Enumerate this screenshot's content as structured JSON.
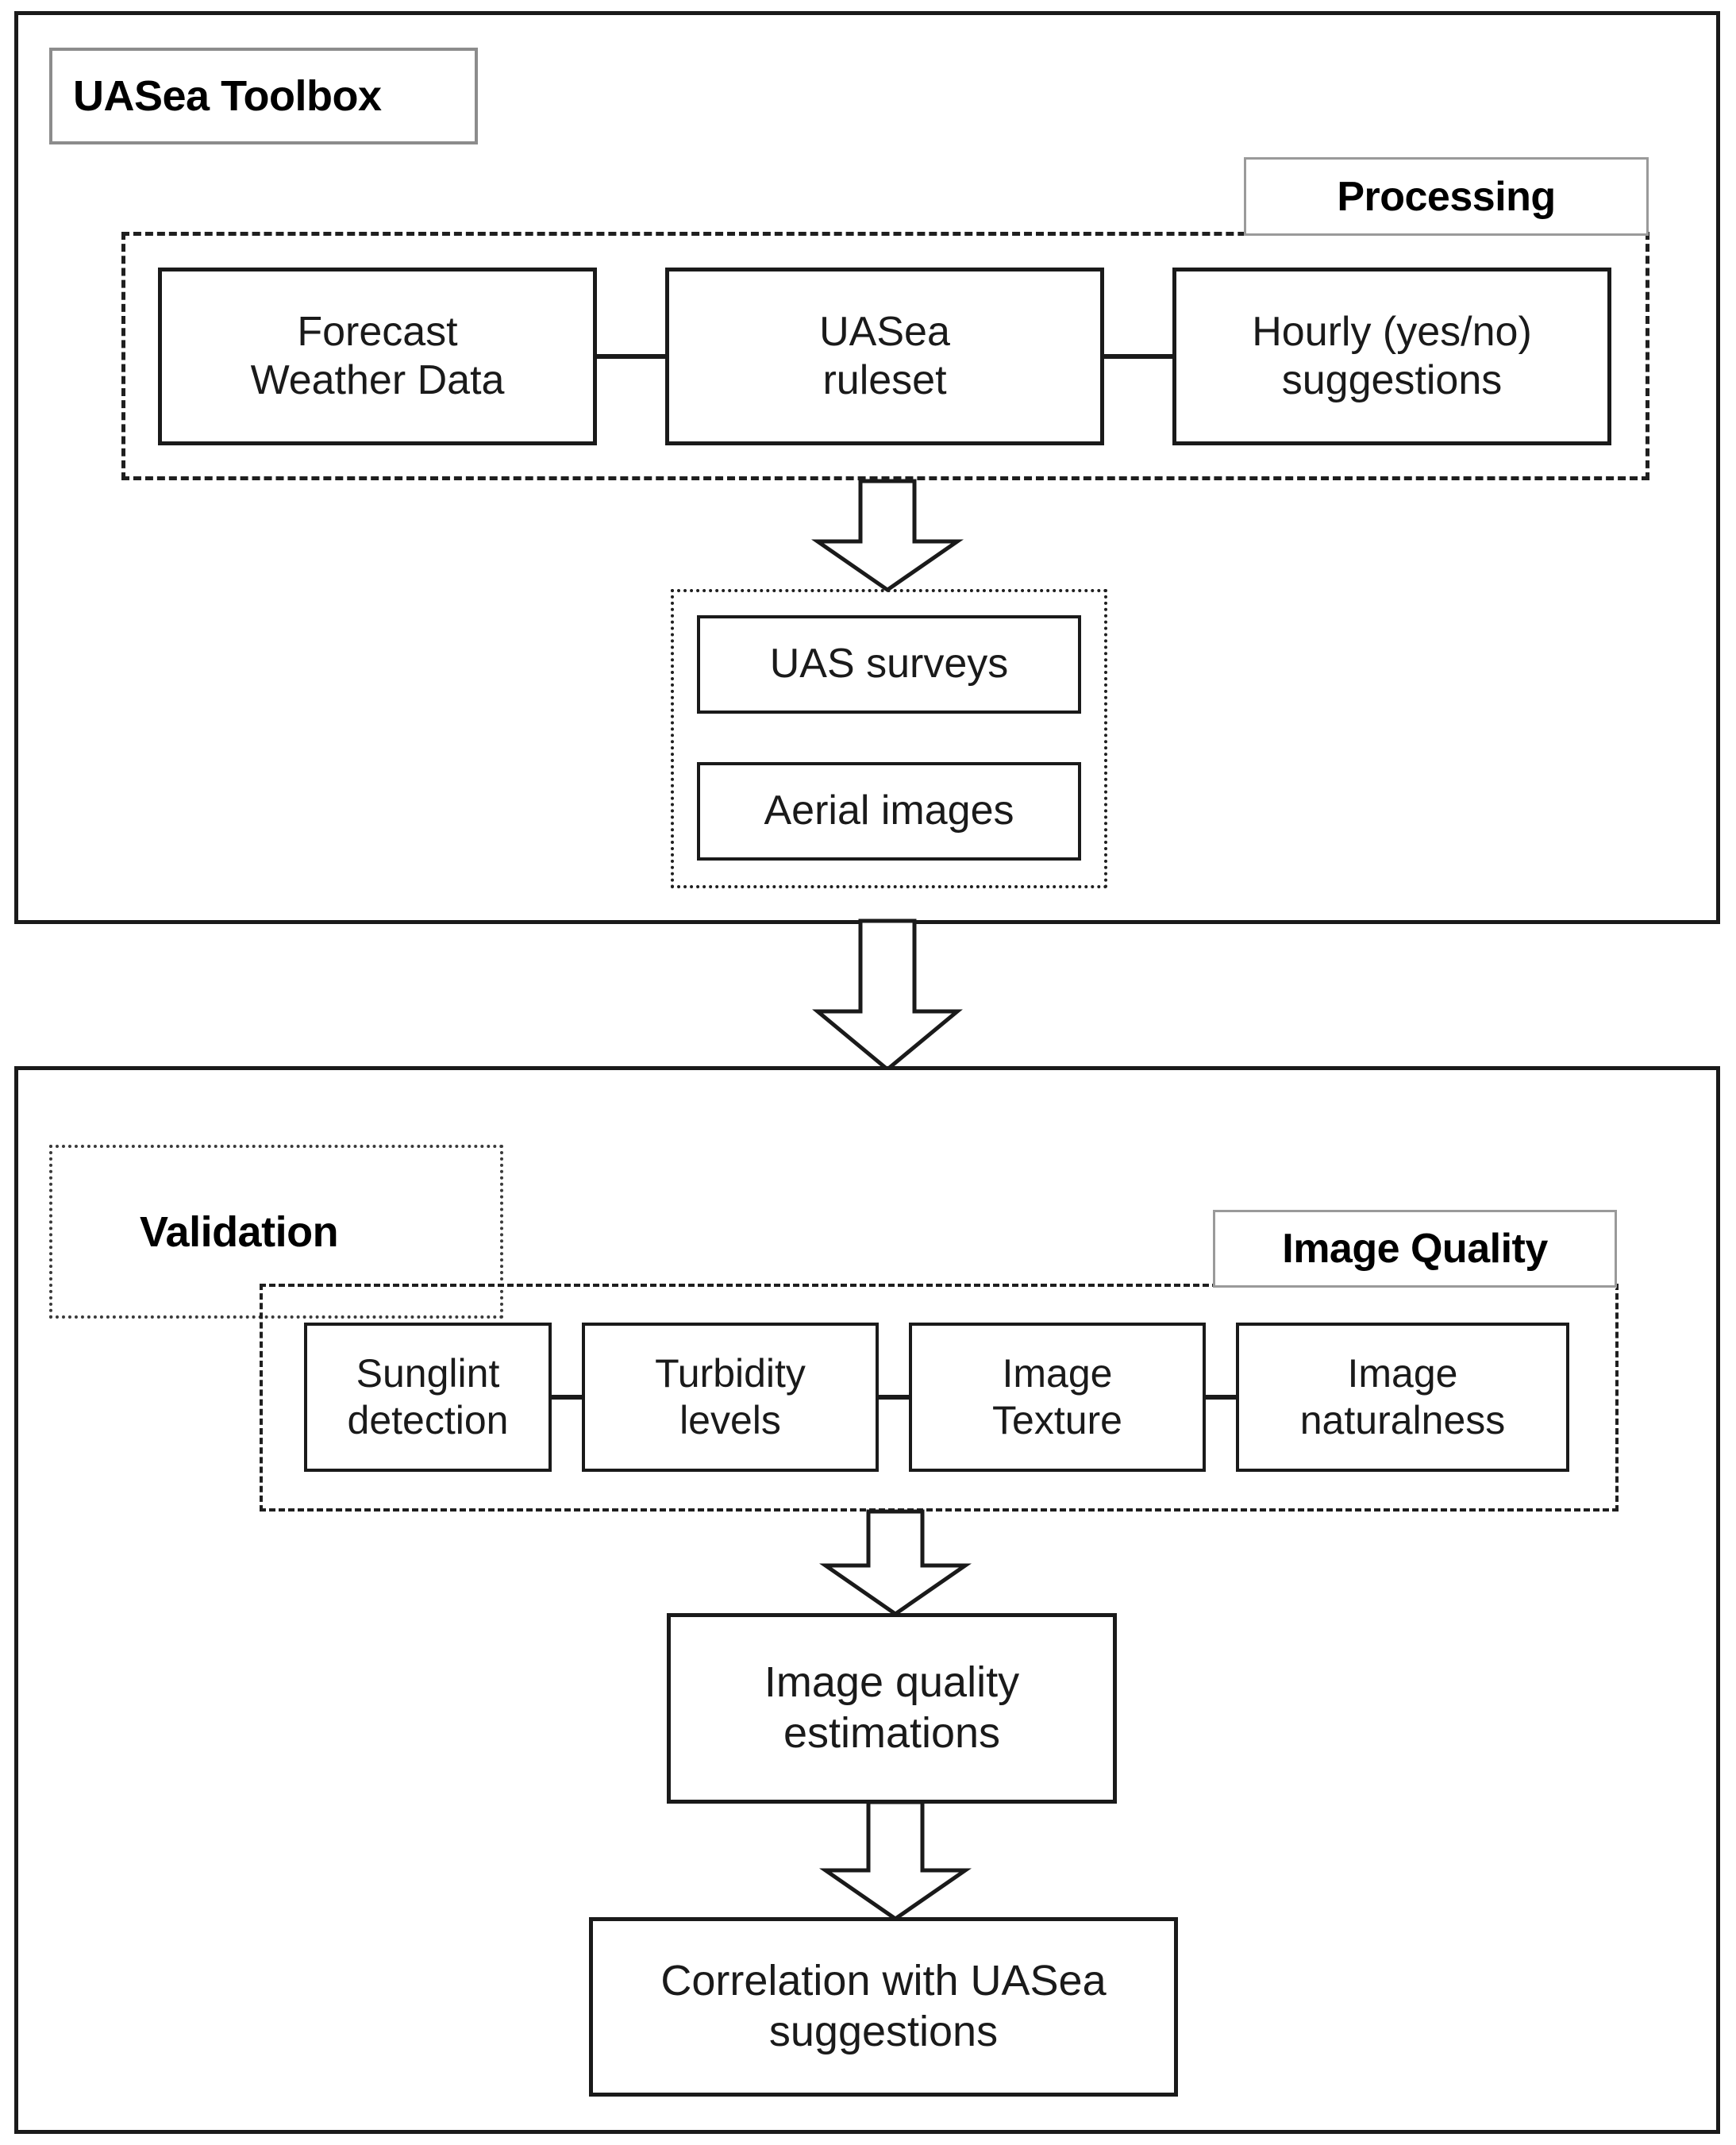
{
  "diagram": {
    "title": "UASea Toolbox workflow",
    "colors": {
      "ink": "#1a1a1a",
      "chip_border": "#8c8c8c",
      "background": "#ffffff"
    },
    "panels": [
      {
        "id": "toolbox",
        "label": "UASea Toolbox",
        "groups": [
          {
            "id": "processing",
            "label": "Processing",
            "nodes": [
              {
                "id": "forecast-weather-data",
                "label": "Forecast\nWeather Data"
              },
              {
                "id": "uasea-ruleset",
                "label": "UASea\nruleset"
              },
              {
                "id": "hourly-suggestions",
                "label": "Hourly (yes/no)\nsuggestions"
              }
            ]
          },
          {
            "id": "survey-outputs",
            "label": "",
            "nodes": [
              {
                "id": "uas-surveys",
                "label": "UAS surveys"
              },
              {
                "id": "aerial-images",
                "label": "Aerial images"
              }
            ]
          }
        ]
      },
      {
        "id": "validation",
        "label": "Validation",
        "groups": [
          {
            "id": "image-quality",
            "label": "Image Quality",
            "nodes": [
              {
                "id": "sunglint-detection",
                "label": "Sunglint\ndetection"
              },
              {
                "id": "turbidity-levels",
                "label": "Turbidity\nlevels"
              },
              {
                "id": "image-texture",
                "label": "Image\nTexture"
              },
              {
                "id": "image-naturalness",
                "label": "Image\nnaturalness"
              }
            ]
          }
        ],
        "nodes": [
          {
            "id": "image-quality-estimations",
            "label": "Image quality\nestimations"
          },
          {
            "id": "correlation-with-uasea-suggestions",
            "label": "Correlation with UASea\nsuggestions"
          }
        ]
      }
    ],
    "arrows": [
      {
        "id": "processing-to-surveys",
        "from": "processing",
        "to": "survey-outputs",
        "style": "block-arrow-down"
      },
      {
        "id": "toolbox-to-validation",
        "from": "toolbox",
        "to": "validation",
        "style": "block-arrow-down"
      },
      {
        "id": "quality-to-estimations",
        "from": "image-quality",
        "to": "image-quality-estimations",
        "style": "block-arrow-down"
      },
      {
        "id": "estimations-to-correlation",
        "from": "image-quality-estimations",
        "to": "correlation-with-uasea-suggestions",
        "style": "block-arrow-down"
      }
    ],
    "connectors": [
      {
        "id": "forecast-to-ruleset"
      },
      {
        "id": "ruleset-to-hourly"
      },
      {
        "id": "sunglint-to-turbidity"
      },
      {
        "id": "turbidity-to-texture"
      },
      {
        "id": "texture-to-naturalness"
      }
    ]
  }
}
